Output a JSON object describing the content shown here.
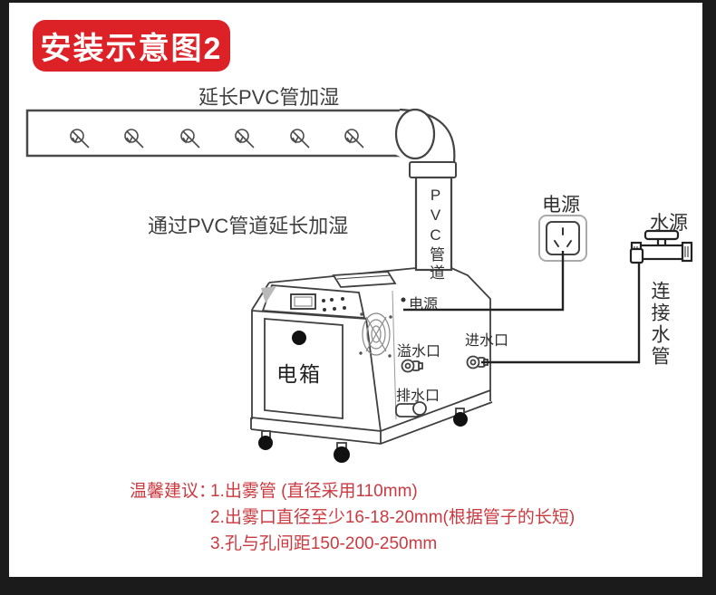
{
  "badge": {
    "label": "安装示意图2",
    "bg": "#dc2127",
    "fg": "#ffffff"
  },
  "diagram": {
    "pipe_top_label": "延长PVC管加湿",
    "pipe_mid_label": "通过PVC管道延长加湿",
    "vertical_pipe_label": "PVC管道",
    "power_outlet_label": "电源",
    "water_source_label": "水源",
    "water_pipe_label": "连接水管",
    "nozzle_count": 6,
    "machine": {
      "door_label": "电箱",
      "power_label": "电源",
      "overflow_label": "溢水口",
      "inlet_label": "进水口",
      "drain_label": "排水口"
    }
  },
  "suggestions": {
    "heading": "温馨建议：",
    "items": [
      "1.出雾管 (直径采用110mm)",
      "2.出雾口直径至少16-18-20mm(根据管子的长短)",
      "3.孔与孔间距150-200-250mm"
    ],
    "color": "#cb3a40"
  },
  "colors": {
    "frame": "#1b1b1b",
    "panel": "#ffffff",
    "line_art": "#444444"
  }
}
